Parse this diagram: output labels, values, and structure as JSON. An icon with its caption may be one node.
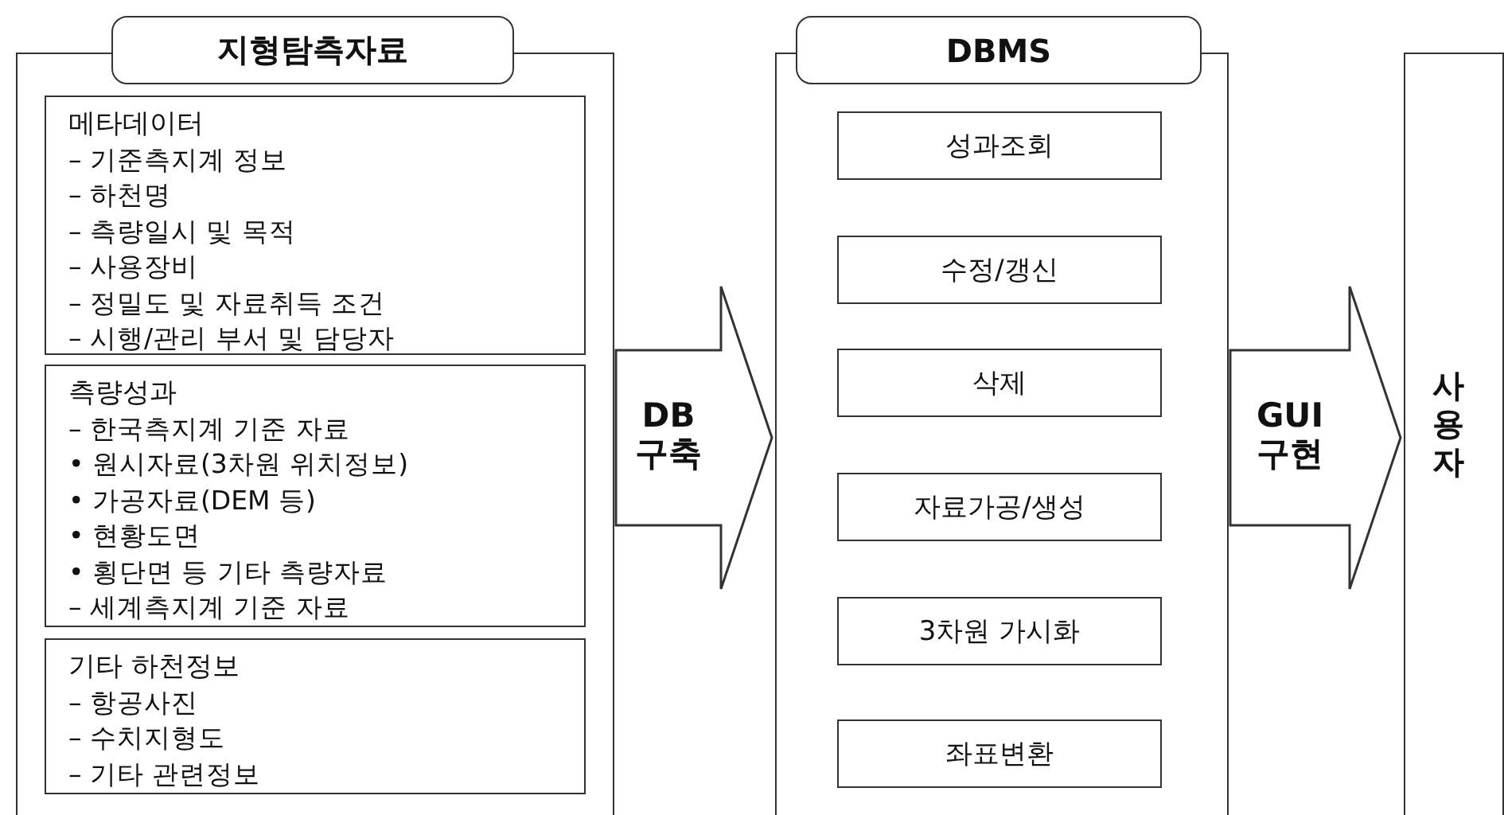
{
  "diagram": {
    "nodes": [
      {
        "text": [
          "지형탐측자료"
        ]
      },
      {
        "text": [
          "메타데이터",
          "– 기준측지계 정보",
          "– 하천명",
          "– 측량일시 및 목적",
          "– 사용장비",
          "– 정밀도 및 자료취득 조건",
          "– 시행/관리 부서 및 담당자"
        ],
        "in": 0
      },
      {
        "text": [
          "측량성과",
          "– 한국측지계 기준 자료",
          "• 원시자료(3차원 위치정보)",
          "• 가공자료(DEM 등)",
          "• 현황도면",
          "• 횡단면 등 기타 측량자료",
          "– 세계측지계 기준 자료"
        ],
        "in": 0
      },
      {
        "text": [
          "기타 하천정보",
          "– 항공사진",
          "– 수치지형도",
          "– 기타 관련정보"
        ],
        "in": 0
      },
      {
        "text": [
          "DBMS"
        ]
      },
      {
        "text": [
          "성과조회"
        ],
        "in": 4
      },
      {
        "text": [
          "수정/갱신"
        ],
        "in": 4
      },
      {
        "text": [
          "삭제"
        ],
        "in": 4
      },
      {
        "text": [
          "자료가공/생성"
        ],
        "in": 4
      },
      {
        "text": [
          "3차원 가시화"
        ],
        "in": 4
      },
      {
        "text": [
          "좌표변환"
        ],
        "in": 4
      },
      {
        "text": [
          "사용자"
        ]
      }
    ],
    "edges": [
      {
        "from": 0,
        "to": 4,
        "arrow": "to",
        "label": "DB 구축"
      },
      {
        "from": 4,
        "to": 11,
        "arrow": "to",
        "label": "GUI 구현"
      }
    ]
  }
}
